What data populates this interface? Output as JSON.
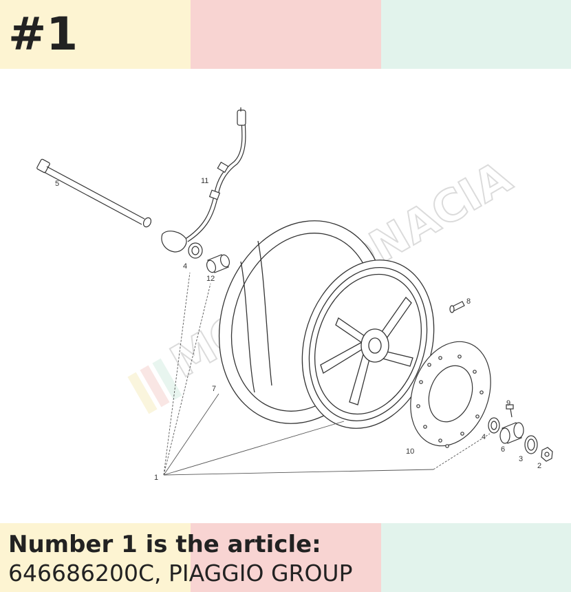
{
  "header": {
    "number_label": "#1"
  },
  "caption": {
    "line1": "Number 1 is the article:",
    "line2": "646686200C, PIAGGIO GROUP"
  },
  "diagram": {
    "watermark": "MOTOMONACIA",
    "callouts": [
      {
        "id": "axle",
        "label": "5"
      },
      {
        "id": "speedo-cable",
        "label": "11"
      },
      {
        "id": "bearing-left",
        "label": "4"
      },
      {
        "id": "spacer",
        "label": "12"
      },
      {
        "id": "screw",
        "label": "8"
      },
      {
        "id": "tyre",
        "label": "7"
      },
      {
        "id": "valve",
        "label": "9"
      },
      {
        "id": "bearing-right",
        "label": "4"
      },
      {
        "id": "disc",
        "label": "10"
      },
      {
        "id": "bushing",
        "label": "6"
      },
      {
        "id": "seal",
        "label": "3"
      },
      {
        "id": "nut",
        "label": "2"
      },
      {
        "id": "wheel-assembly",
        "label": "1"
      }
    ]
  },
  "colors": {
    "band_yellow": "#fdf4d2",
    "band_pink": "#f8d4d2",
    "band_mint": "#e2f3ec",
    "text": "#222222",
    "line": "#333333"
  }
}
